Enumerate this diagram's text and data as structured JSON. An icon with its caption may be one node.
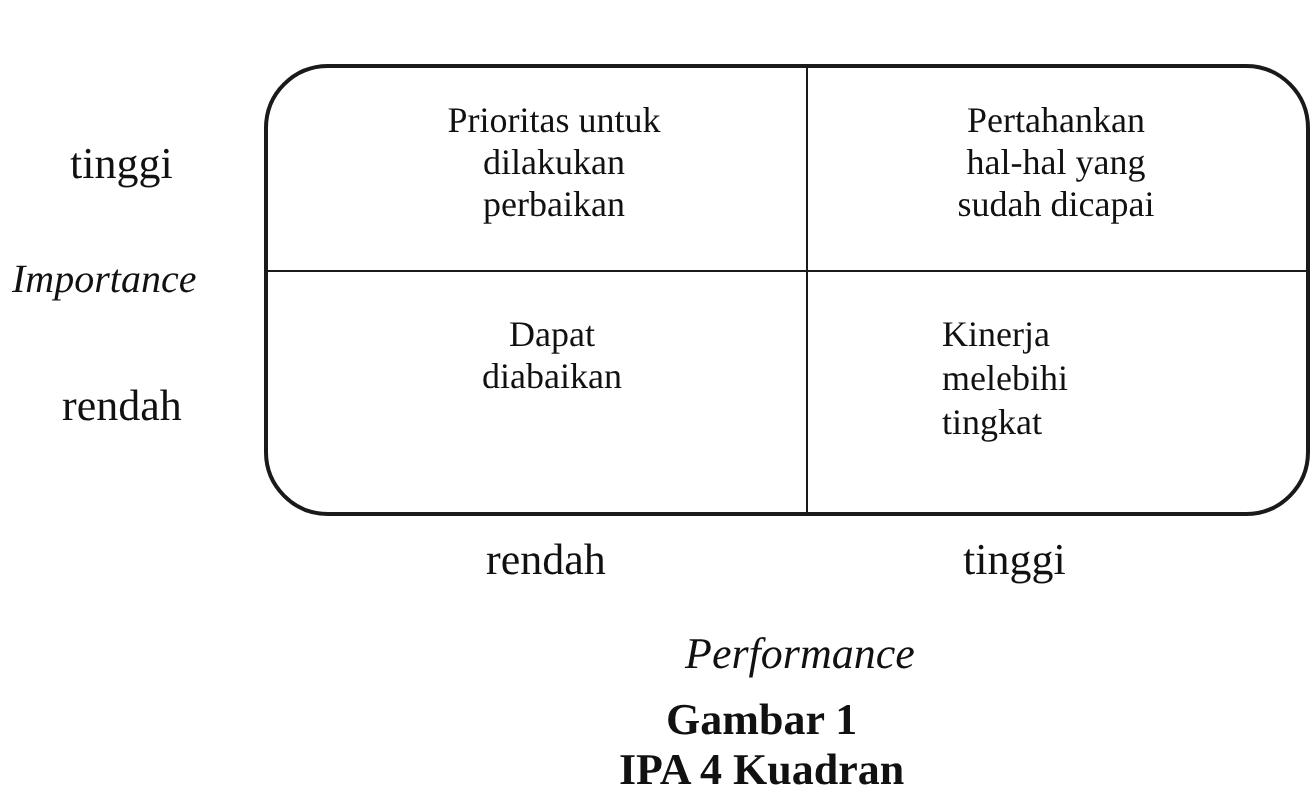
{
  "diagram": {
    "caption": "Gambar 1 IPA 4 Kuadran",
    "nodes": [
      {
        "text": [],
        "shape": "box"
      },
      {
        "text": [
          "Prioritas untuk dilakukan perbaikan"
        ],
        "in": 0
      },
      {
        "text": [
          "Pertahankan hal-hal yang sudah dicapai"
        ],
        "in": 0
      },
      {
        "text": [
          "Dapat diabaikan"
        ],
        "in": 0
      },
      {
        "text": [
          "Kinerja melebihi tingkat"
        ],
        "in": 0
      }
    ],
    "labels": [
      "tinggi",
      "Importance",
      "rendah",
      "rendah",
      "tinggi",
      "Performance"
    ]
  }
}
